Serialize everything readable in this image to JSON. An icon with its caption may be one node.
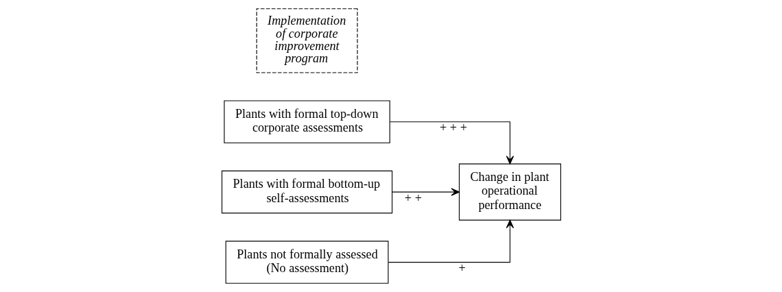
{
  "diagram": {
    "nodes": [
      {
        "text": [
          "Plants with formal top-down corporate assessments"
        ]
      },
      {
        "text": [
          "Plants with formal bottom-up self-assessments"
        ]
      },
      {
        "text": [
          "Plants not formally assessed (No assessment)"
        ]
      },
      {
        "text": [
          "Implementation of corporate improvement program"
        ]
      },
      {
        "text": [
          "Change in plant operational performance"
        ]
      }
    ],
    "edges": [
      {
        "from": 0,
        "to": 4,
        "arrow": "to",
        "label": "+ + +"
      },
      {
        "from": 1,
        "to": 4,
        "arrow": "to",
        "label": "+ +"
      },
      {
        "from": 2,
        "to": 4,
        "arrow": "to",
        "label": "+"
      }
    ]
  }
}
